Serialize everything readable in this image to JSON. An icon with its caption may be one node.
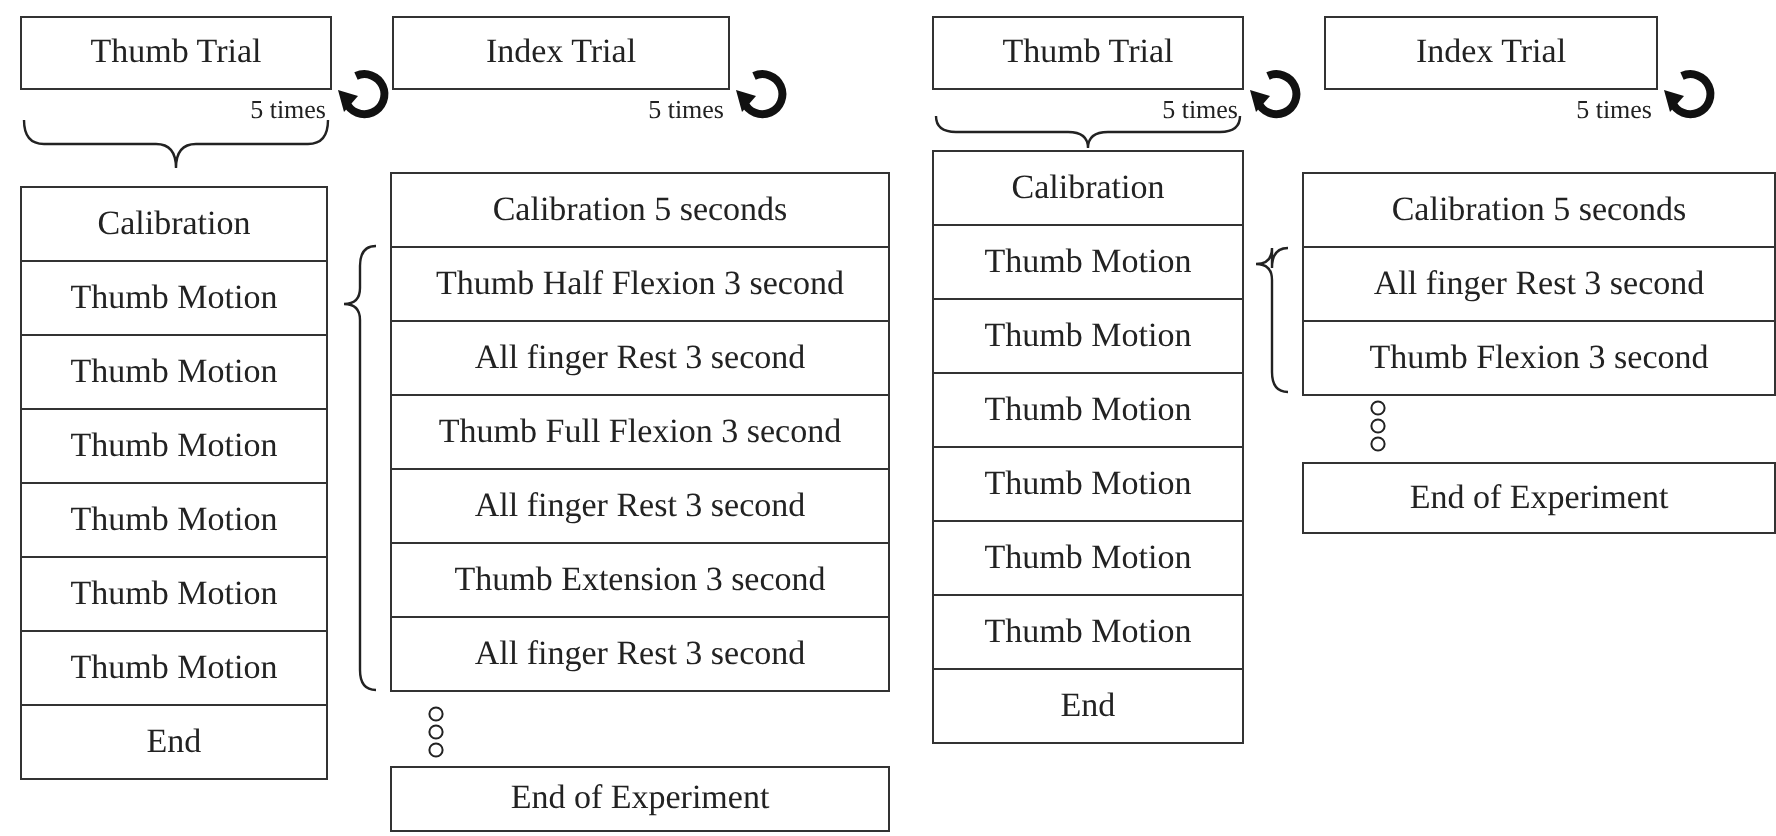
{
  "diagram": {
    "nodes": [
      {
        "text": [
          "Thumb Trial"
        ],
        "beside": [
          "5 times"
        ]
      },
      {
        "text": [
          "Index Trial"
        ],
        "beside": [
          "5 times"
        ]
      },
      {
        "text": [
          "Calibration"
        ]
      },
      {
        "text": [
          "Thumb Motion"
        ]
      },
      {
        "text": [
          "Thumb Motion"
        ]
      },
      {
        "text": [
          "Thumb Motion"
        ]
      },
      {
        "text": [
          "Thumb Motion"
        ]
      },
      {
        "text": [
          "Thumb Motion"
        ]
      },
      {
        "text": [
          "Thumb Motion"
        ]
      },
      {
        "text": [
          "End"
        ]
      },
      {
        "text": [
          "Calibration 5 seconds"
        ]
      },
      {
        "text": [
          "Thumb Half Flexion 3 second"
        ]
      },
      {
        "text": [
          "All finger Rest 3 second"
        ]
      },
      {
        "text": [
          "Thumb Full Flexion 3 second"
        ]
      },
      {
        "text": [
          "All finger Rest 3 second"
        ]
      },
      {
        "text": [
          "Thumb Extension 3 second"
        ]
      },
      {
        "text": [
          "All finger Rest 3 second"
        ]
      },
      {
        "text": [
          "End of Experiment"
        ]
      },
      {
        "text": [
          "Thumb Trial"
        ],
        "beside": [
          "5 times"
        ]
      },
      {
        "text": [
          "Index Trial"
        ],
        "beside": [
          "5 times"
        ]
      },
      {
        "text": [
          "Calibration"
        ]
      },
      {
        "text": [
          "Thumb Motion"
        ]
      },
      {
        "text": [
          "Thumb Motion"
        ]
      },
      {
        "text": [
          "Thumb Motion"
        ]
      },
      {
        "text": [
          "Thumb Motion"
        ]
      },
      {
        "text": [
          "Thumb Motion"
        ]
      },
      {
        "text": [
          "Thumb Motion"
        ]
      },
      {
        "text": [
          "End"
        ]
      },
      {
        "text": [
          "Calibration 5 seconds"
        ]
      },
      {
        "text": [
          "All finger Rest 3 second"
        ]
      },
      {
        "text": [
          "Thumb Flexion 3 second"
        ]
      },
      {
        "text": [
          "End of Experiment"
        ]
      }
    ]
  }
}
